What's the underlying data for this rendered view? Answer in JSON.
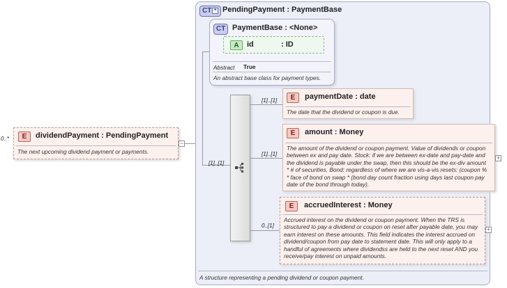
{
  "root": {
    "cardinality": "0..*",
    "name": "dividendPayment",
    "type": "PendingPayment",
    "doc": "The next upcoming dividend payment or payments."
  },
  "complex_type": {
    "badge": "CT",
    "name": "PendingPayment",
    "base": "PaymentBase",
    "doc": "A structure representing a pending dividend or coupon payment."
  },
  "base_type": {
    "badge": "CT",
    "name": "PaymentBase",
    "base": "<None>",
    "attribute": {
      "badge": "A",
      "name": "id",
      "type": "ID"
    },
    "abstract_label": "Abstract",
    "abstract_value": "True",
    "doc": "An abstract base class for payment types."
  },
  "sequence": {
    "cardinality": "[1]..[1]"
  },
  "elements": [
    {
      "cardinality": "[1]..[1]",
      "name": "paymentDate",
      "type": "date",
      "doc": "The date that the dividend or coupon is due."
    },
    {
      "cardinality": "[1]..[1]",
      "name": "amount",
      "type": "Money",
      "doc": "The amount of the dividend or coupon payment. Value of dividends or coupon between ex and pay date. Stock: if we are between ex-date and pay-date and the dividend is payable under the swap, then this should be the ex-div amount * # of securities. Bond: regardless of where we are vis-a-vis resets: (coupon % * face of bond on swap * (bond day count fraction using days last coupon pay date of the bond through today)."
    },
    {
      "cardinality": "0..[1]",
      "name": "accruedInterest",
      "type": "Money",
      "doc": "Accrued interest on the dividend or coupon payment. When the TRS is structured to pay a dividend or coupon on reset after payable date, you may earn interest on these amounts. This field indicates the interest accrued on dividend/coupon from pay date to statement date. This will only apply to a handful of agreements where dividendss are held to the next reset AND you receive/pay interest on unpaid amounts."
    }
  ],
  "symbols": {
    "badge_element": "E",
    "expand": "+",
    "collapse": "−",
    "type_sep": ":"
  }
}
